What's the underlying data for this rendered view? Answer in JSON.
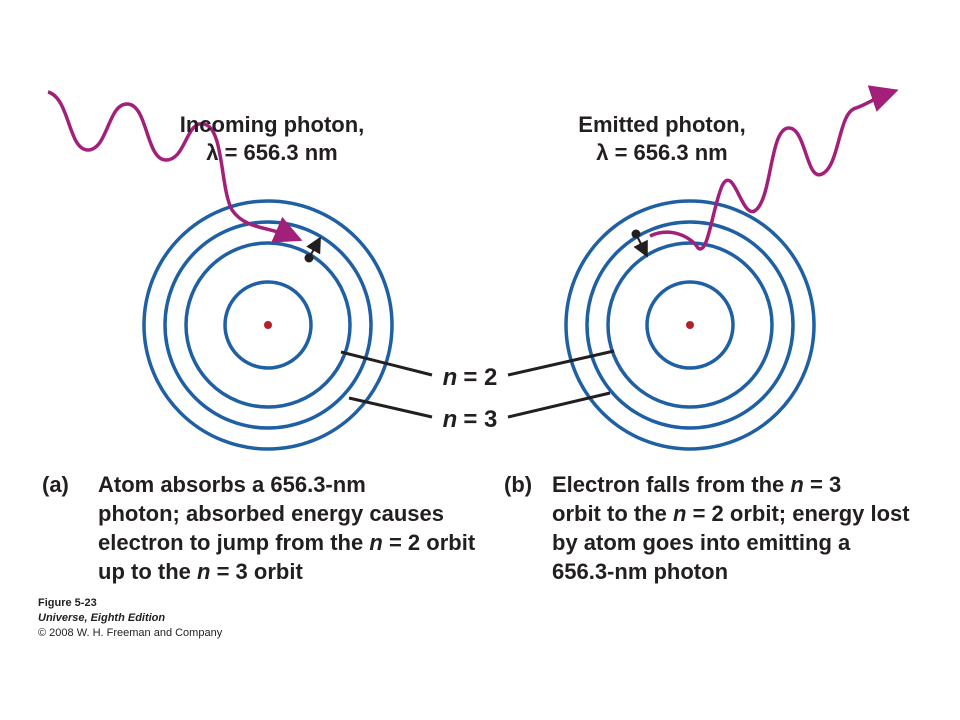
{
  "panel_a": {
    "photon_label_line1": "Incoming photon,",
    "photon_label_line2": "λ = 656.3 nm",
    "caption_tag": "(a)",
    "caption_lines": [
      "Atom absorbs a 656.3-nm",
      "photon; absorbed energy causes",
      "electron to jump from the",
      "orbit",
      "up to the",
      "orbit"
    ]
  },
  "panel_b": {
    "photon_label_line1": "Emitted photon,",
    "photon_label_line2": "λ = 656.3 nm",
    "caption_tag": "(b)",
    "caption_lines": [
      "Electron falls from the",
      "orbit to the",
      "orbit; energy lost",
      "by atom goes into emitting a",
      "656.3-nm photon"
    ]
  },
  "orbit_labels": {
    "n_symbol": "n",
    "n2_value": "= 2",
    "n3_value": "= 3",
    "n2_inline": "= 2",
    "n3_inline": "= 3"
  },
  "credit": {
    "figure": "Figure 5-23",
    "book": "Universe, Eighth Edition",
    "copyright": "© 2008 W. H. Freeman and Company"
  },
  "colors": {
    "orbit": "#1f5fa3",
    "photon": "#a3207a",
    "nucleus": "#b3202a",
    "electron": "#231f20",
    "text": "#231f20"
  }
}
